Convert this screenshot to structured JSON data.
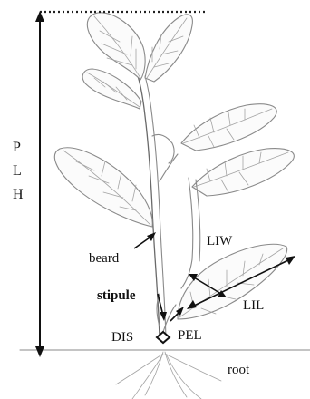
{
  "labels": {
    "plant_height": [
      "P",
      "L",
      "H"
    ],
    "beard": "beard",
    "stipule": "stipule",
    "leaf_width": "LIW",
    "leaf_length": "LIL",
    "distance": "DIS",
    "petiole_length": "PEL",
    "root": "root"
  }
}
